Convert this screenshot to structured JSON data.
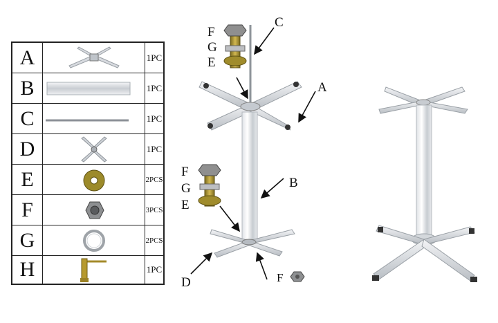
{
  "parts": [
    {
      "letter": "A",
      "qty": "1PC",
      "icon": "cross-base-icon"
    },
    {
      "letter": "B",
      "qty": "1PC",
      "icon": "tube-icon"
    },
    {
      "letter": "C",
      "qty": "1PC",
      "icon": "rod-icon"
    },
    {
      "letter": "D",
      "qty": "1PC",
      "icon": "small-cross-base-icon"
    },
    {
      "letter": "E",
      "qty": "2PCS",
      "icon": "washer-icon"
    },
    {
      "letter": "F",
      "qty": "3PCS",
      "icon": "hex-nut-icon"
    },
    {
      "letter": "G",
      "qty": "2PCS",
      "icon": "ring-washer-icon"
    },
    {
      "letter": "H",
      "qty": "1PC",
      "icon": "t-wrench-icon"
    }
  ],
  "callouts": {
    "upper_stack": [
      "F",
      "G",
      "E"
    ],
    "lower_stack": [
      "F",
      "G",
      "E"
    ],
    "c": "C",
    "a": "A",
    "b": "B",
    "d": "D",
    "f": "F"
  },
  "colors": {
    "metal": "#cfd3d8",
    "brass": "#b89a2c",
    "dark": "#111111"
  }
}
